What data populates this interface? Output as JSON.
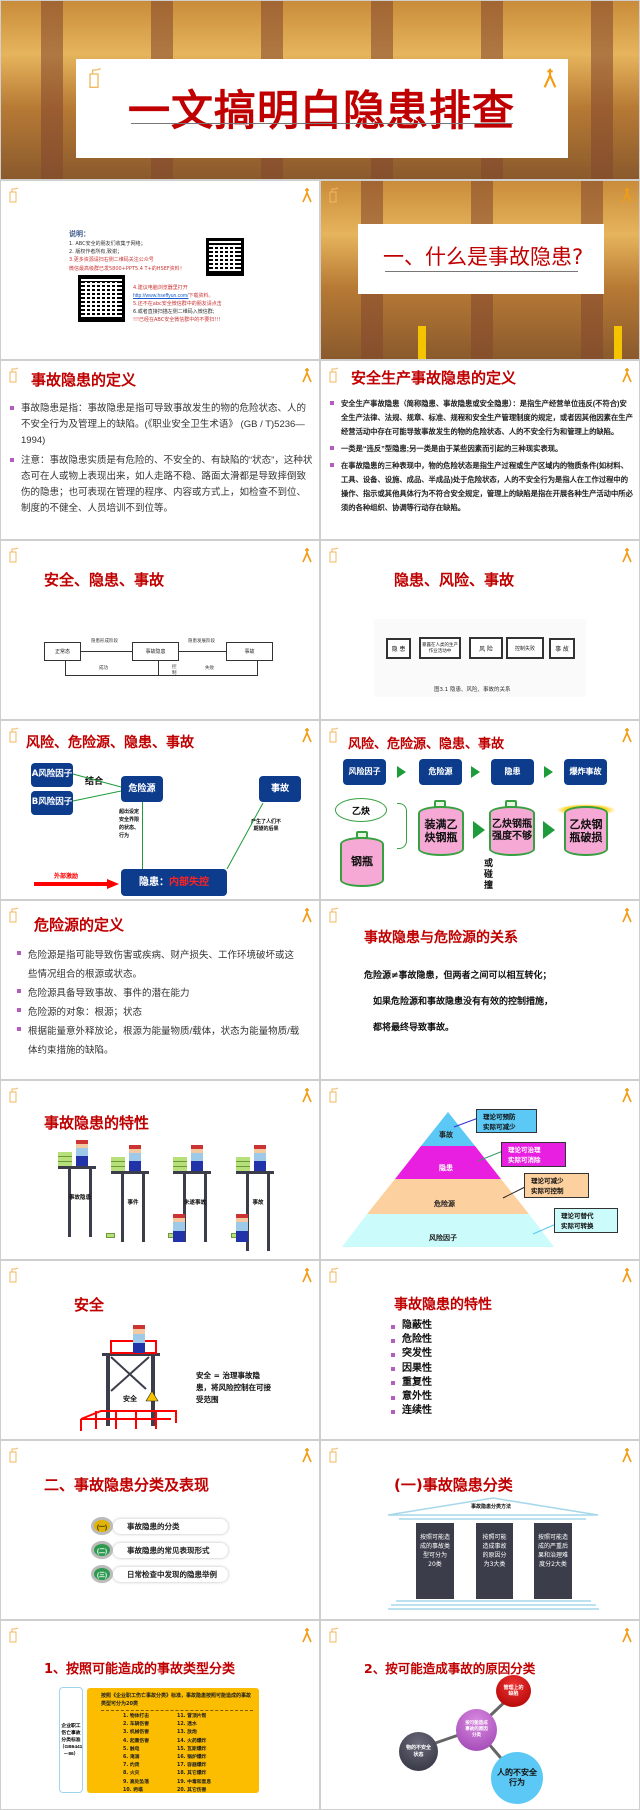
{
  "cover": {
    "title": "一文搞明白隐患排查"
  },
  "notes": {
    "heading": "说明：",
    "lines": [
      "1. ABC安全的朋友们收集于网络；",
      "2. 版权作者所有,致谢；",
      "3.更多资源请扫右侧二维码关注公众号",
      "微信最高级群已发5800+PPT5.4 T+的HSEF资料！"
    ],
    "lines2": [
      "4.建议电脑浏览器里打开",
      "下载资料。",
      "5.还不在abc安全微信群中的朋友请点击",
      "6.或者直接扫描左侧二维码入微信群;",
      "!!!已经在ABC安全微信群中的不要扫!!!"
    ],
    "link": "http://www.hseffyun.com/"
  },
  "section1": {
    "title": "一、什么是事故隐患?"
  },
  "s3": {
    "title": "事故隐患的定义",
    "bullets": [
      "事故隐患是指：事故隐患是指可导致事故发生的物的危险状态、人的不安全行为及管理上的缺陷。(《职业安全卫生术语》 (GB / T)5236—1994)",
      "注意：事故隐患实质是有危险的、不安全的、有缺陷的“状态”，这种状态可在人或物上表现出来，如人走路不稳、路面太滑都是导致摔倒致伤的隐患；也可表现在管理的程序、内容或方式上，如检查不到位、制度的不健全、人员培训不到位等。"
    ]
  },
  "s4": {
    "title": "安全生产事故隐患的定义",
    "bullets": [
      "安全生产事故隐患（简称隐患、事故隐患或安全隐患）：是指生产经营单位违反(不符合)安全生产法律、法规、规章、标准、规程和安全生产管理制度的规定，或者因其他因素在生产经营活动中存在可能导致事故发生的物的危险状态、人的不安全行为和管理上的缺陷。",
      "一类是“违反”型隐患;另一类是由于某些因素而引起的三种现实表现。",
      "在事故隐患的三种表现中，物的危险状态是指生产过程或生产区域内的物质条件(如材料、工具、设备、设施、成品、半成品)处于危险状态，人的不安全行为是指人在工作过程中的操作、指示或其他具体行为不符合安全规定，管理上的缺陷是指在开展各种生产活动中所必须的各种组织、协调等行动存在缺陷。"
    ]
  },
  "s5": {
    "title": "安全、隐患、事故",
    "boxes": [
      "正常态",
      "事故隐患",
      "事故"
    ],
    "arrow1": "隐患形成阶段",
    "arrow2": "隐患发展阶段",
    "success": "成功",
    "control": "控制",
    "fail": "失败"
  },
  "s6": {
    "title": "隐患、风险、事故",
    "box1": "隐 患",
    "arrow1": "暴露在人类的生产作业活动中",
    "box2": "风  险",
    "arrow2": "控制失败",
    "box3": "事 故",
    "caption": "图3.1  隐患、风险、事故的关系"
  },
  "s7": {
    "title": "风险、危险源、隐患、事故",
    "a": "A风险因子",
    "b": "B风险因子",
    "combine": "结合",
    "hazard": "危险源",
    "accident": "事故",
    "down_label": "超出设定安全界限的状态、行为",
    "up_label": "产生了人们不期望的后果",
    "hidden": "隐患：",
    "hidden_red": "内部失控",
    "external": "外部激励"
  },
  "s8": {
    "title": "风险、危险源、隐患、事故",
    "steps": [
      "风险因子",
      "危险源",
      "隐患",
      "爆炸事故"
    ],
    "cloud": "乙炔",
    "cyl0": "钢瓶",
    "cyl1": "装满乙炔钢瓶",
    "cyl2": "乙炔钢瓶强度不够",
    "cyl3": "乙炔钢瓶破损",
    "or": "或碰撞"
  },
  "s9": {
    "title": "危险源的定义",
    "bullets": [
      "危险源是指可能导致伤害或疾病、财产损失、工作环境破坏或这些情况组合的根源或状态。",
      "危险源具备导致事故、事件的潜在能力",
      "危险源的对象：根源；状态",
      "根据能量意外释放论，根源为能量物质/载体，状态为能量物质/载体约束措施的缺陷。"
    ]
  },
  "s10": {
    "title": "事故隐患与危险源的关系",
    "lines": [
      "危险源≠事故隐患，但两者之间可以相互转化；",
      "如果危险源和事故隐患没有有效的控制措施，",
      "都将最终导致事故。"
    ]
  },
  "s11": {
    "title": "事故隐患的特性",
    "labels": [
      "事故隐患",
      "事件",
      "未遂事故",
      "事故"
    ]
  },
  "s12": {
    "layers": [
      "事故",
      "隐患",
      "危险源",
      "风险因子"
    ],
    "callouts": [
      "理论可预防\n实际可减少",
      "理论可治理\n实际可消除",
      "理论可减少\n实际可控制",
      "理论可替代\n实际可转换"
    ],
    "colors": [
      "#5bc8f5",
      "#e81ee0",
      "#fdd0a0",
      "#ccfbfb"
    ]
  },
  "s13": {
    "title": "安全",
    "label": "安全",
    "desc": "安全 = 治理事故隐患，将风险控制在可接受范围"
  },
  "s14": {
    "title": "事故隐患的特性",
    "items": [
      "隐蔽性",
      "危险性",
      "突发性",
      "因果性",
      "重复性",
      "意外性",
      "连续性"
    ]
  },
  "s15": {
    "title": "二、事故隐患分类及表现",
    "items": [
      {
        "num": "(一)",
        "label": "事故隐患的分类"
      },
      {
        "num": "(二)",
        "label": "事故隐患的常见表现形式"
      },
      {
        "num": "(三)",
        "label": "日常检查中发现的隐患举例"
      }
    ]
  },
  "s16": {
    "title": "(一)事故隐患分类",
    "roof": "事故隐患分类方法",
    "pillars": [
      "按照可能造成的事故类型可分为20类",
      "按照可能造成事故的原因分为3大类",
      "按照可能造成的严重后果和治理难度分2大类"
    ]
  },
  "s17": {
    "title": "1、按照可能造成的事故类型分类",
    "side": "企业职工伤亡事故分类标准（GB6441－86）",
    "head": "按照《企业职工伤亡事故分类》标准，事故隐患按照可能造成的事故类型可分为20类",
    "types": [
      "1.  物体打击",
      "2.  车辆伤害",
      "3.  机械伤害",
      "4.  起重伤害",
      "5.  触电",
      "6.  淹溺",
      "7.  灼烫",
      "8.  火灾",
      "9.  高处坠落",
      "10. 坍塌",
      "11. 冒顶片帮",
      "12. 透水",
      "13. 放炮",
      "14. 火药爆炸",
      "15. 瓦斯爆炸",
      "16. 锅炉爆炸",
      "17. 容器爆炸",
      "18. 其它爆炸",
      "19. 中毒和窒息",
      "20. 其它伤害"
    ]
  },
  "s18": {
    "title": "2、按可能造成事故的原因分类",
    "center": "按可能造成事故的原因分类",
    "mgmt": "管理上的缺陷",
    "thing": "物的不安全状态",
    "human": "人的不安全行为"
  }
}
